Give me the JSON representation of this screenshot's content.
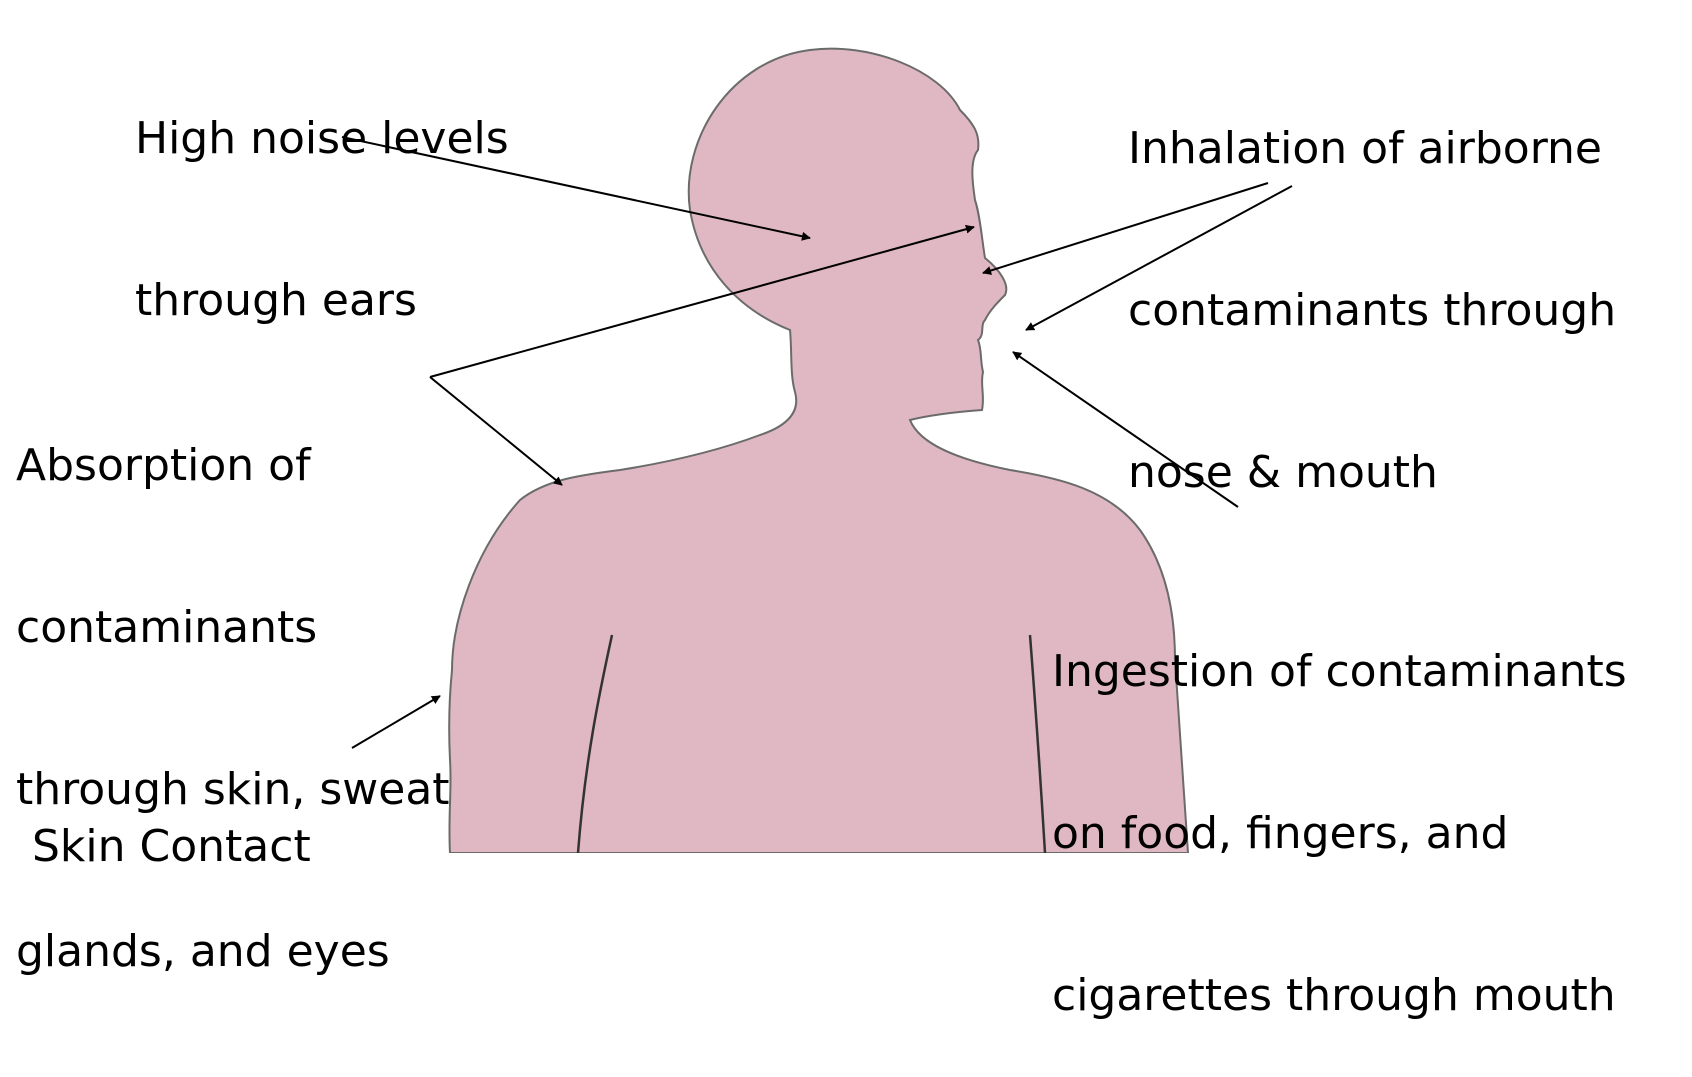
{
  "colors": {
    "body_fill": "#dfb8c4",
    "body_outline": "#6b6b6b",
    "arrow": "#000000",
    "text": "#000000",
    "background": "#ffffff"
  },
  "labels": {
    "noise": {
      "lines": [
        "High noise levels",
        "through ears"
      ]
    },
    "inhalation": {
      "lines": [
        "Inhalation of airborne",
        "contaminants through",
        "nose & mouth"
      ]
    },
    "absorption": {
      "lines": [
        "Absorption of",
        "contaminants",
        "through skin, sweat",
        "glands, and eyes"
      ]
    },
    "ingestion": {
      "lines": [
        "Ingestion of contaminants",
        "on food, fingers, and",
        "cigarettes through mouth"
      ]
    },
    "skin_contact": {
      "lines": [
        "Skin Contact"
      ]
    }
  }
}
